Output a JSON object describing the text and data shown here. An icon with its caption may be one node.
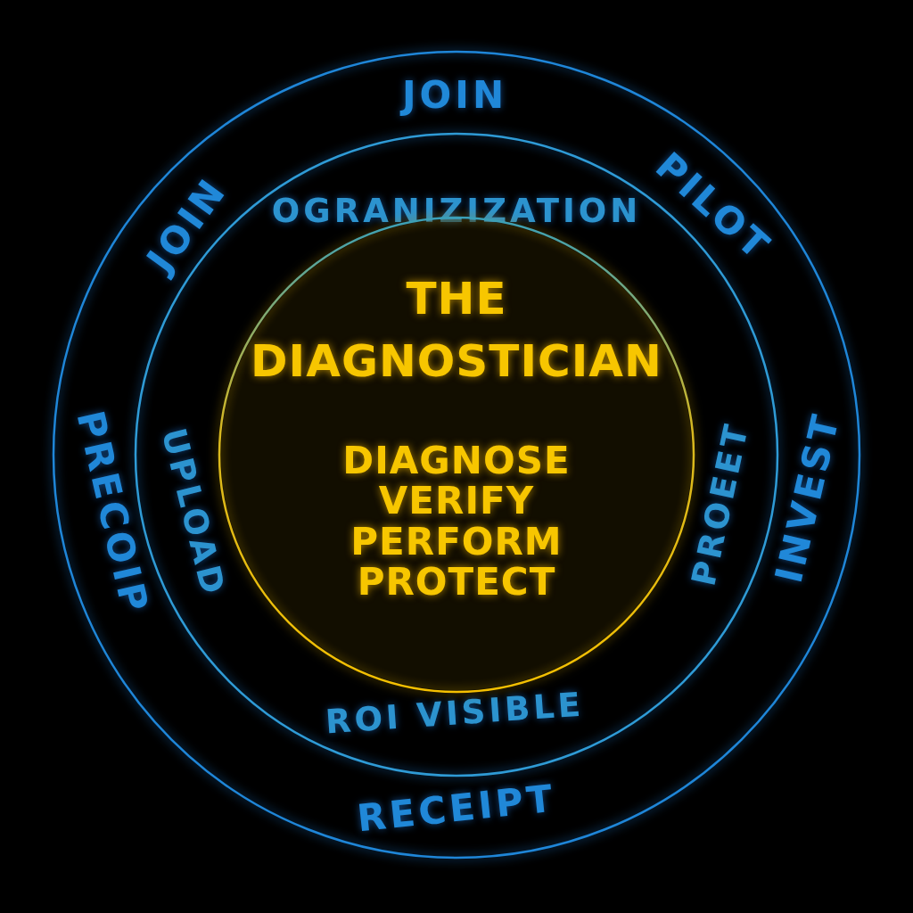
{
  "diagram": {
    "nodes": [
      {
        "text": [
          "JOIN",
          "PILOT",
          "INVEST",
          "RECEIPT",
          "PRECOIP",
          "JOIN"
        ]
      },
      {
        "text": [
          "OGRANIZIZATION",
          "PROEET",
          "ROI VISIBLE",
          "UPLOAD"
        ],
        "in": 0
      },
      {
        "text": [
          "THE DIAGNOSTICIAN",
          "DIAGNOSE VERIFY PERFORM PROTECT"
        ],
        "in": 1
      }
    ]
  }
}
